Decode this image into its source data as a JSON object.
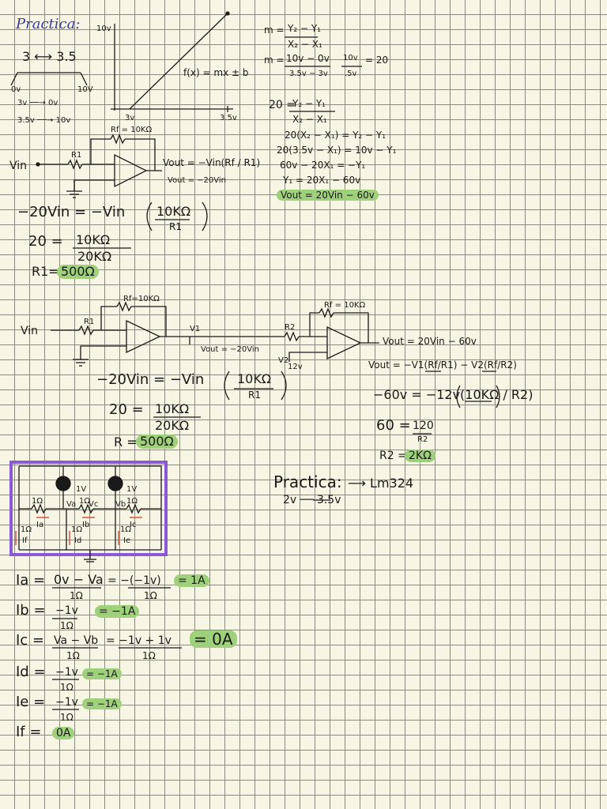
{
  "title": "Practica:",
  "range": {
    "label": "3 ⟷ 3.5",
    "v0": "0v",
    "v10": "10V",
    "map1": "3v ──→ 0v",
    "map2": "3.5v ──→ 10v"
  },
  "graph": {
    "y_top": "10v",
    "x_start": "3v",
    "x_end": "3.5v",
    "func": "f(x) = mx ± b"
  },
  "slope": {
    "m_def_lhs": "m =",
    "m_def_num": "Y₂ − Y₁",
    "m_def_den": "X₂ − X₁",
    "m_calc_lhs": "m =",
    "m_calc_num": "10v − 0v",
    "m_calc_den": "3.5v − 3v",
    "m_calc2_num": "10v",
    "m_calc2_den": ".5v",
    "m_result": "= 20",
    "eq20_lhs": "20 =",
    "eq20_num": "Y₂ − Y₁",
    "eq20_den": "X₂ − X₁",
    "l1": "20(X₂ − X₁) = Y₂ − Y₁",
    "l2": "20(3.5v − X₁) = 10v − Y₁",
    "l3": "60v − 20X₁ = −Y₁",
    "l4": "Y₁ = 20X₁ − 60v",
    "l5": "Vout = 20Vin − 60v"
  },
  "circuit1": {
    "rf": "Rf = 10KΩ",
    "vin": "Vin",
    "r1": "R1",
    "eq_a": "Vout = −Vin(Rf / R1)",
    "eq_b": "Vout = −20Vin"
  },
  "calc1": {
    "l1_lhs": "−20Vin = −Vin",
    "l1_num": "10KΩ",
    "l1_den": "R1",
    "l2_lhs": "20 =",
    "l2_num": "10KΩ",
    "l2_den": "20KΩ",
    "l3_lhs": "R1=",
    "l3_val": "500Ω"
  },
  "circuit2": {
    "rf1": "Rf=10KΩ",
    "rf2": "Rf = 10KΩ",
    "vin": "Vin",
    "r1": "R1",
    "r2": "R2",
    "v1": "V1",
    "vout1": "Vout = −20Vin",
    "v2": "V2",
    "v12": "12v",
    "vout_final": "Vout = 20Vin − 60v"
  },
  "calc2": {
    "l1": "−20Vin = −Vin",
    "l1_num": "10KΩ",
    "l1_den": "R1",
    "l2_lhs": "20 =",
    "l2_num": "10KΩ",
    "l2_den": "20KΩ",
    "l3_lhs": "R =",
    "l3_val": "500Ω",
    "r1": "Vout = −V1(Rf/R1) − V2(Rf/R2)",
    "r2": "−60v = −12v(10KΩ / R2)",
    "r3_lhs": "60 =",
    "r3_num": "120",
    "r3_den": "R2",
    "r4_lhs": "R2 =",
    "r4_val": "2KΩ"
  },
  "practice2": {
    "title": "Practica:",
    "arrow": "⟶ Lm324",
    "range": "2v ── 3.5v"
  },
  "mesh": {
    "src1": "1V",
    "src2": "1V",
    "nodes": [
      "Va",
      "Vb",
      "Vc"
    ],
    "res_labels": [
      "1Ω",
      "1Ω",
      "1Ω",
      "1Ω",
      "1Ω",
      "1Ω"
    ],
    "currents": [
      "Ia",
      "Ib",
      "Ic",
      "Id",
      "Ie",
      "If"
    ]
  },
  "currents": [
    {
      "lhs": "Ia =",
      "num": "0v − Va",
      "den": "1Ω",
      "mid": "= −(−1v)",
      "mid_den": "1Ω",
      "res": "= 1A"
    },
    {
      "lhs": "Ib =",
      "num": "−1v",
      "den": "1Ω",
      "res": "= −1A"
    },
    {
      "lhs": "Ic =",
      "num": "Va − Vb",
      "den": "1Ω",
      "mid": "= −1v + 1v",
      "mid_den": "1Ω",
      "res": "= 0A"
    },
    {
      "lhs": "Id =",
      "num": "−1v",
      "den": "1Ω",
      "res": "= −1A"
    },
    {
      "lhs": "Ie =",
      "num": "−1v",
      "den": "1Ω",
      "res": "= −1A"
    },
    {
      "lhs": "If =",
      "res": "0A"
    }
  ],
  "colors": {
    "ink": "#1a1a1a",
    "highlight": "#9fd07c",
    "title_ink": "#3a3aa6",
    "frame": "#8a5ad6",
    "current_arrow": "#d23a2a"
  }
}
